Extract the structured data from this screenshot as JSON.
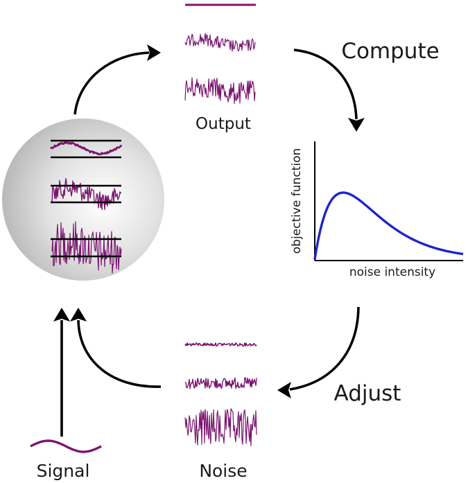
{
  "labels": {
    "output": "Output",
    "compute": "Compute",
    "adjust": "Adjust",
    "signal": "Signal",
    "noise": "Noise"
  },
  "plot": {
    "ylabel": "objective function",
    "xlabel": "noise intensity"
  },
  "colors": {
    "trace": "#7b1470",
    "curve": "#1f24c8",
    "arrow": "#000000",
    "threshold": "#000000"
  }
}
